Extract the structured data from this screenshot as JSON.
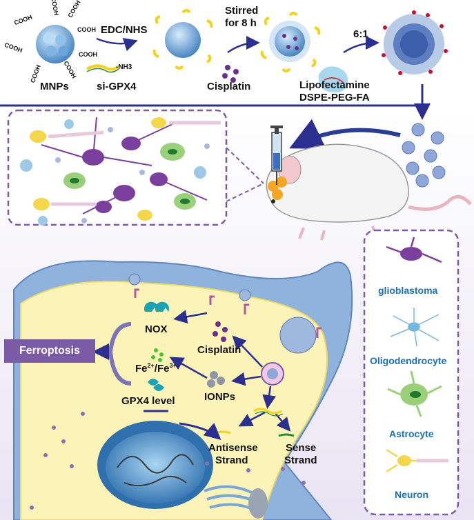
{
  "top_row": {
    "mnps_label": "MNPs",
    "cooh": "COOH",
    "edc_label": "EDC/NHS",
    "sigpx4_label": "si-GPX4",
    "nh3_label": "-NH3",
    "stirred_line1": "Stirred",
    "stirred_line2": "for 8 h",
    "cisplatin_label": "Cisplatin",
    "ratio_label": "6:1",
    "lipo_label": "Lipofectamine",
    "dspe_label": "DSPE-PEG-FA"
  },
  "cell": {
    "ferroptosis_label": "Ferroptosis",
    "nox_label": "NOX",
    "cisplatin_label": "Cisplatin",
    "fe_base": "Fe",
    "fe_sup1": "2+",
    "fe_mid": "/Fe",
    "fe_sup2": "3+",
    "gpx4_label": "GPX4 level",
    "ionps_label": "IONPs",
    "antisense_line1": "Antisense",
    "antisense_line2": "Strand",
    "sense_line1": "Sense",
    "sense_line2": "Strand"
  },
  "legend": {
    "glioblastoma": "glioblastoma",
    "oligodendrocyte": "Oligodendrocyte",
    "astrocyte": "Astrocyte",
    "neuron": "Neuron"
  },
  "colors": {
    "purple": "#7b5aa6",
    "navy": "#2b2f8f",
    "label_blue": "#1a6fb5",
    "cell_yellow": "#fbf3b8",
    "membrane_blue": "#8fb3dc"
  }
}
